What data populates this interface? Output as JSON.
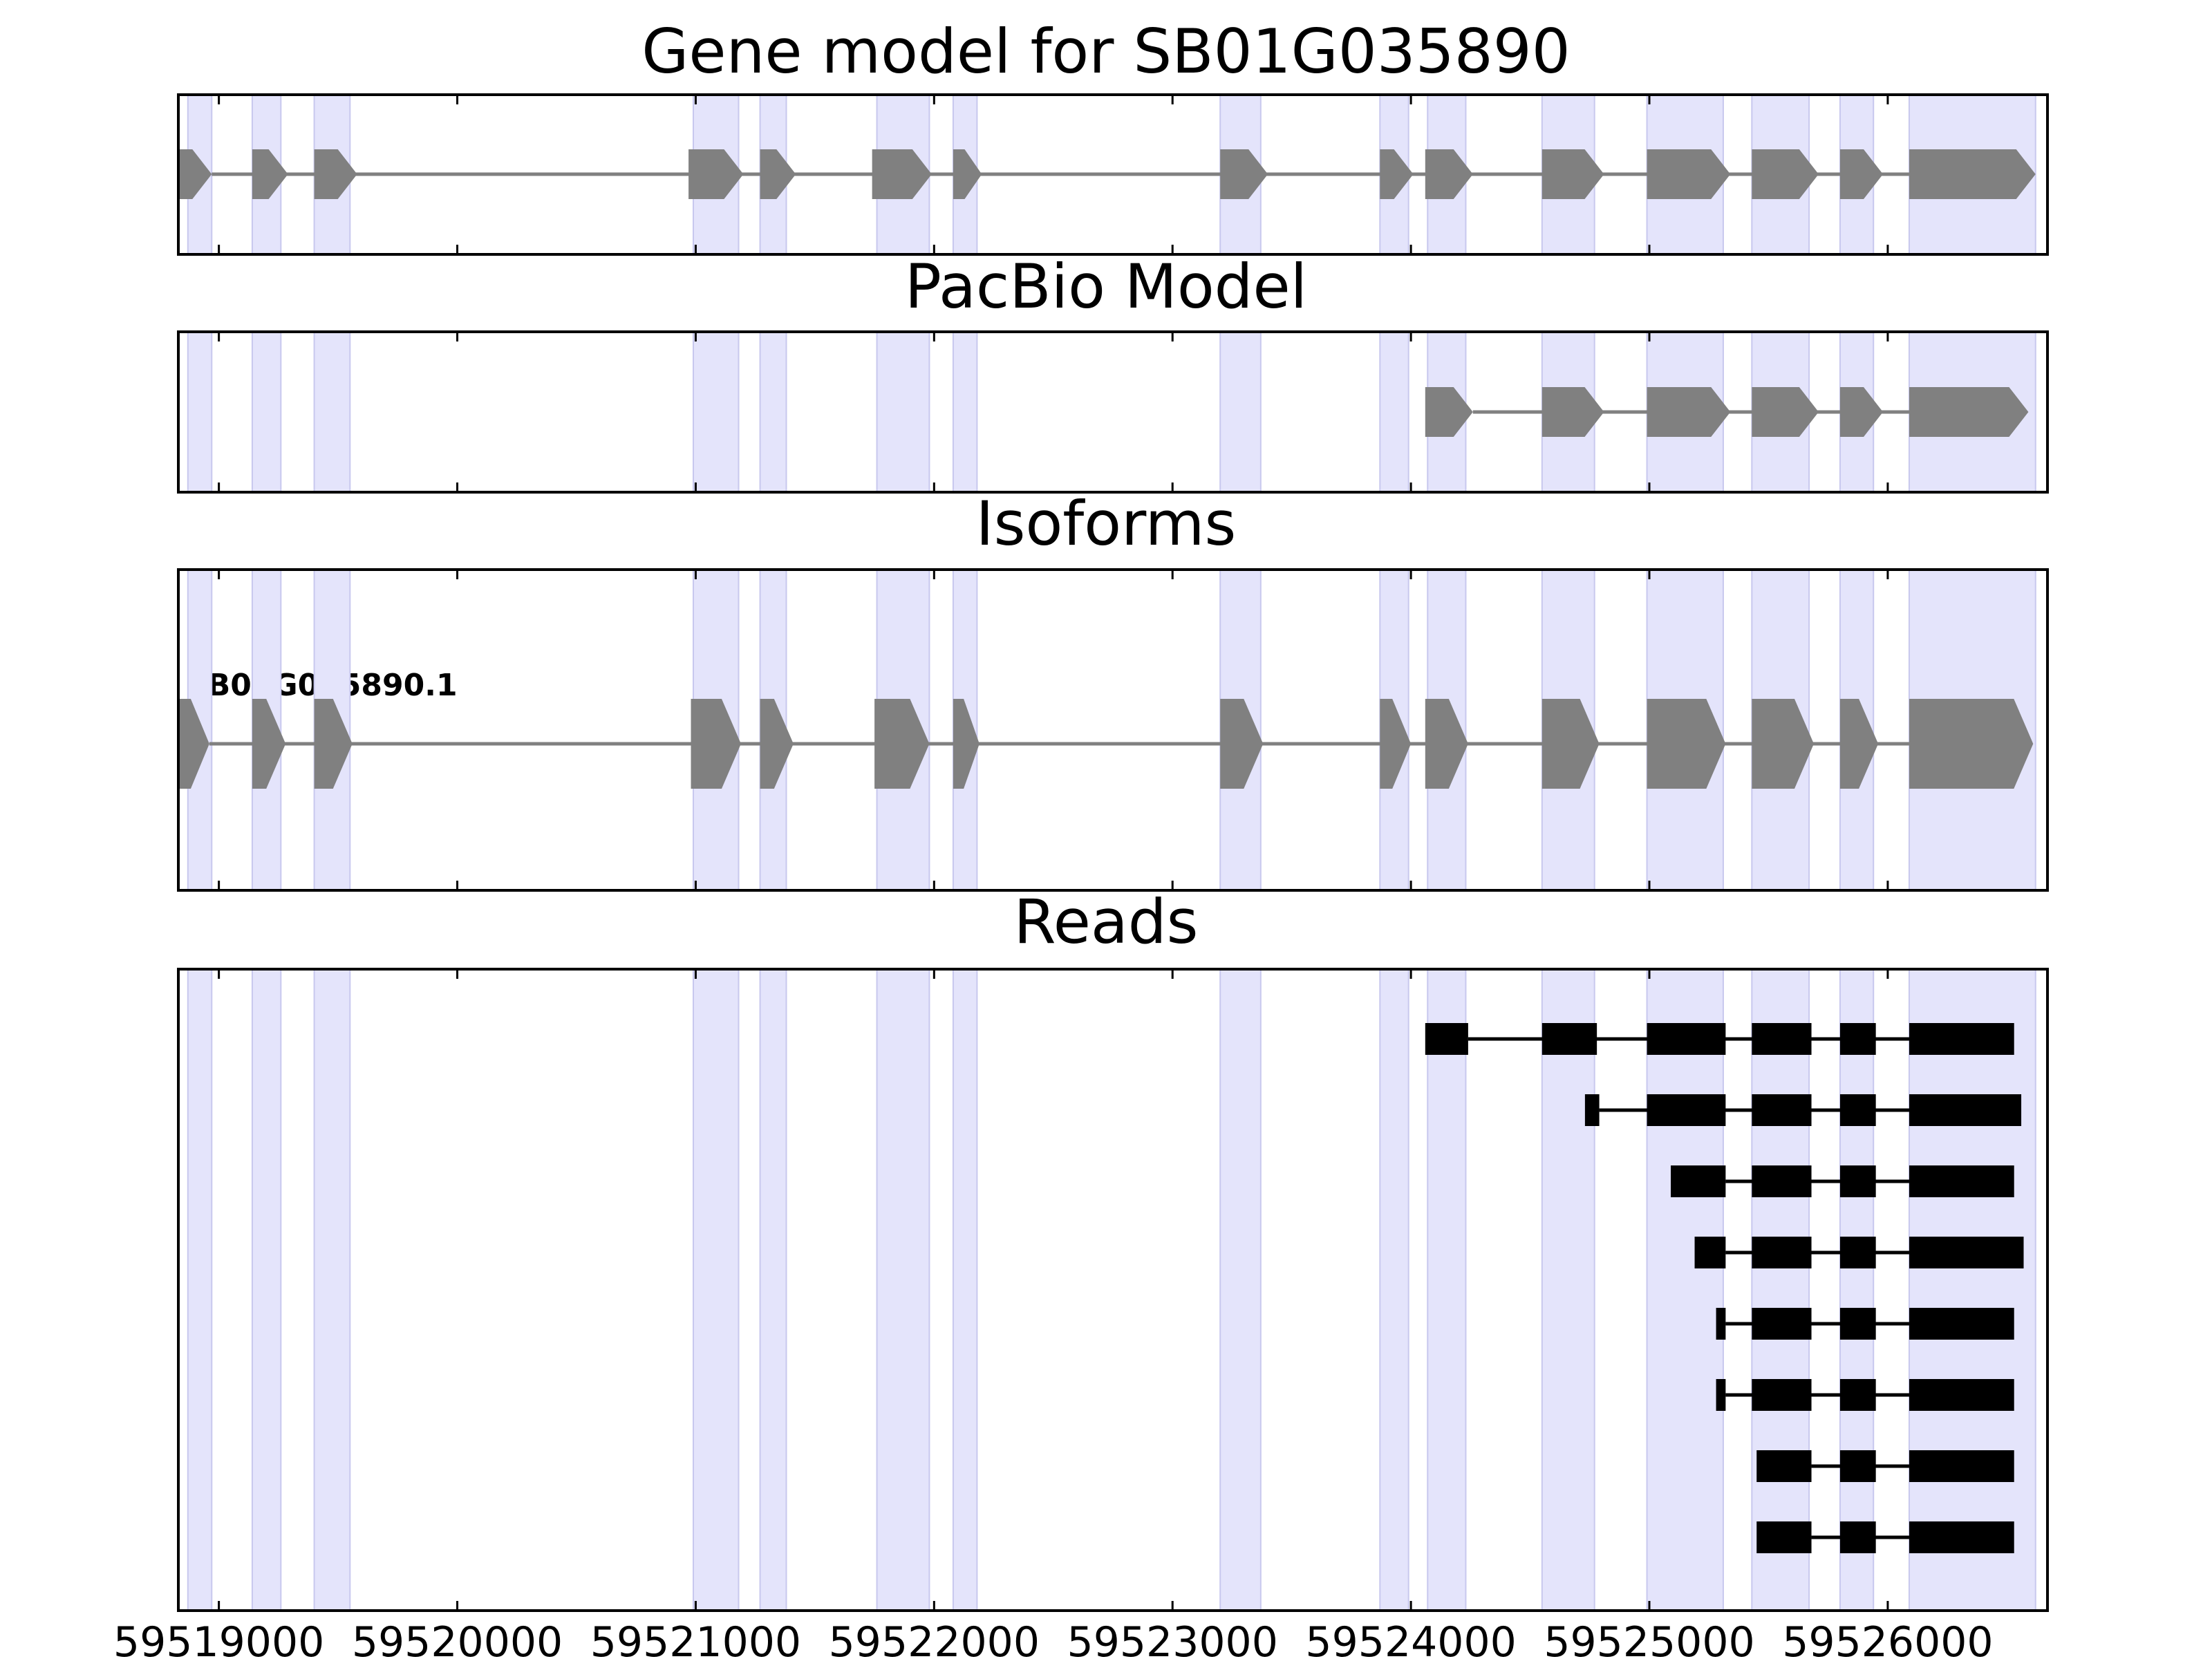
{
  "colors": {
    "exon_band": "#e4e4fb",
    "exon_band_edge": "#c8c8ee",
    "gene_feature": "#808080",
    "read_feature": "#000000",
    "axis": "#000000"
  },
  "x_axis": {
    "domain": [
      59518830,
      59526670
    ],
    "ticks": [
      59519000,
      59520000,
      59521000,
      59522000,
      59523000,
      59524000,
      59525000,
      59526000
    ],
    "tick_labels": [
      "59519000",
      "59520000",
      "59521000",
      "59522000",
      "59523000",
      "59524000",
      "59525000",
      "59526000"
    ]
  },
  "exon_bands": [
    [
      59518870,
      59518970
    ],
    [
      59519140,
      59519260
    ],
    [
      59519400,
      59519550
    ],
    [
      59520990,
      59521180
    ],
    [
      59521270,
      59521380
    ],
    [
      59521760,
      59521980
    ],
    [
      59522080,
      59522180
    ],
    [
      59523200,
      59523370
    ],
    [
      59523870,
      59523990
    ],
    [
      59524070,
      59524230
    ],
    [
      59524550,
      59524770
    ],
    [
      59524990,
      59525310
    ],
    [
      59525430,
      59525670
    ],
    [
      59525800,
      59525940
    ],
    [
      59526090,
      59526620
    ]
  ],
  "panels": [
    {
      "id": "gene-model",
      "title": "Gene model for SB01G035890",
      "track_style": "gene",
      "tracks": [
        {
          "label": "",
          "exons": [
            [
              59518830,
              59518970
            ],
            [
              59519140,
              59519290
            ],
            [
              59519400,
              59519580
            ],
            [
              59520970,
              59521200
            ],
            [
              59521270,
              59521420
            ],
            [
              59521740,
              59521990
            ],
            [
              59522080,
              59522200
            ],
            [
              59523200,
              59523400
            ],
            [
              59523870,
              59524010
            ],
            [
              59524060,
              59524260
            ],
            [
              59524550,
              59524810
            ],
            [
              59524990,
              59525340
            ],
            [
              59525430,
              59525710
            ],
            [
              59525800,
              59525980
            ],
            [
              59526090,
              59526620
            ]
          ]
        }
      ]
    },
    {
      "id": "pacbio-model",
      "title": "PacBio Model",
      "track_style": "gene",
      "tracks": [
        {
          "label": "",
          "exons": [
            [
              59524060,
              59524260
            ],
            [
              59524550,
              59524810
            ],
            [
              59524990,
              59525340
            ],
            [
              59525430,
              59525710
            ],
            [
              59525800,
              59525980
            ],
            [
              59526090,
              59526590
            ]
          ]
        }
      ]
    },
    {
      "id": "isoforms",
      "title": "Isoforms",
      "track_style": "isoform",
      "tracks": [
        {
          "label": "SB01G035890.1",
          "exons": [
            [
              59518830,
              59518960
            ],
            [
              59519140,
              59519280
            ],
            [
              59519400,
              59519560
            ],
            [
              59520980,
              59521190
            ],
            [
              59521270,
              59521410
            ],
            [
              59521750,
              59521980
            ],
            [
              59522080,
              59522190
            ],
            [
              59523200,
              59523380
            ],
            [
              59523870,
              59524000
            ],
            [
              59524060,
              59524240
            ],
            [
              59524550,
              59524790
            ],
            [
              59524990,
              59525320
            ],
            [
              59525430,
              59525690
            ],
            [
              59525800,
              59525960
            ],
            [
              59526090,
              59526610
            ]
          ]
        }
      ]
    },
    {
      "id": "reads",
      "title": "Reads",
      "track_style": "read",
      "tracks": [
        {
          "label": "",
          "exons": [
            [
              59524060,
              59524240
            ],
            [
              59524550,
              59524780
            ],
            [
              59524990,
              59525320
            ],
            [
              59525430,
              59525680
            ],
            [
              59525800,
              59525950
            ],
            [
              59526090,
              59526530
            ]
          ]
        },
        {
          "label": "",
          "exons": [
            [
              59524730,
              59524790
            ],
            [
              59524990,
              59525320
            ],
            [
              59525430,
              59525680
            ],
            [
              59525800,
              59525950
            ],
            [
              59526090,
              59526560
            ]
          ]
        },
        {
          "label": "",
          "exons": [
            [
              59525090,
              59525320
            ],
            [
              59525430,
              59525680
            ],
            [
              59525800,
              59525950
            ],
            [
              59526090,
              59526530
            ]
          ]
        },
        {
          "label": "",
          "exons": [
            [
              59525190,
              59525320
            ],
            [
              59525430,
              59525680
            ],
            [
              59525800,
              59525950
            ],
            [
              59526090,
              59526570
            ]
          ]
        },
        {
          "label": "",
          "exons": [
            [
              59525280,
              59525320
            ],
            [
              59525430,
              59525680
            ],
            [
              59525800,
              59525950
            ],
            [
              59526090,
              59526530
            ]
          ]
        },
        {
          "label": "",
          "exons": [
            [
              59525280,
              59525320
            ],
            [
              59525430,
              59525680
            ],
            [
              59525800,
              59525950
            ],
            [
              59526090,
              59526530
            ]
          ]
        },
        {
          "label": "",
          "exons": [
            [
              59525450,
              59525680
            ],
            [
              59525800,
              59525950
            ],
            [
              59526090,
              59526530
            ]
          ]
        },
        {
          "label": "",
          "exons": [
            [
              59525450,
              59525680
            ],
            [
              59525800,
              59525950
            ],
            [
              59526090,
              59526530
            ]
          ]
        }
      ]
    }
  ]
}
